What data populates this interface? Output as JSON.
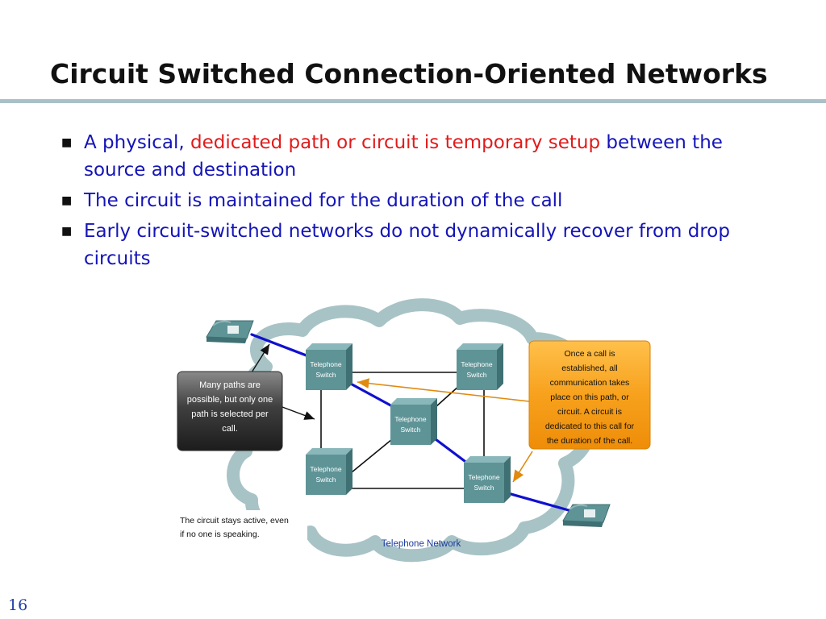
{
  "title": "Circuit Switched Connection-Oriented Networks",
  "bullets": [
    {
      "text_before": "A physical, ",
      "text_highlight": "dedicated path or circuit is temporary setup",
      "text_after": " between the source and destination"
    },
    {
      "text": "The circuit is maintained for the duration of the call"
    },
    {
      "text": "Early circuit-switched networks do not dynamically recover from drop circuits"
    }
  ],
  "switch_label_line1": "Telephone",
  "switch_label_line2": "Switch",
  "callout_left": [
    "Many paths are",
    "possible, but only one",
    "path is selected per",
    "call."
  ],
  "callout_right": [
    "Once a call is",
    "established, all",
    "communication takes",
    "place on this path, or",
    "circuit.  A circuit is",
    "dedicated to this call for",
    "the duration of the call."
  ],
  "note": [
    "The circuit stays active, even",
    "if no one is speaking."
  ],
  "network_label": "Telephone Network",
  "page_number": "16",
  "colors": {
    "bullet_text": "#1414b8",
    "highlight": "#e01b1b",
    "switch": "#5f9497",
    "cloud_stroke": "#a8c3c6",
    "circuit_line": "#1010d0",
    "callout_orange": "#f5a11c",
    "callout_dark": "#3c3c3c"
  },
  "icons": [
    "telephone-icon",
    "telephone-switch-icon",
    "cloud-shape"
  ]
}
